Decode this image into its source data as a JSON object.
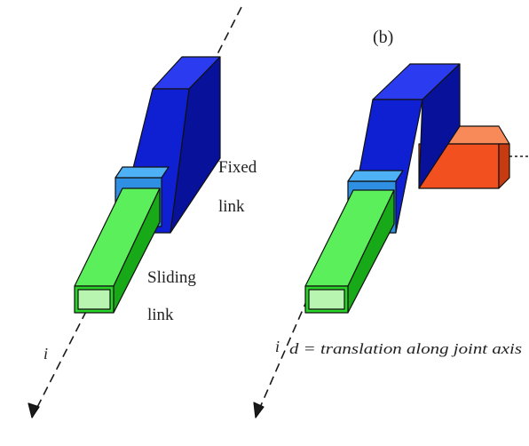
{
  "labels": {
    "panel_b": "(b)",
    "fixed_line1": "Fixed",
    "fixed_line2": "link",
    "sliding_line1": "Sliding",
    "sliding_line2": "link",
    "axis_a": "i",
    "axis_b": "i",
    "joint_var": "d = translation along joint axis"
  },
  "colors": {
    "fixed_front": "#0f1fd2",
    "fixed_top": "#2b3cf0",
    "fixed_side": "#07119a",
    "collar_front": "#2f8fe3",
    "collar_top": "#4fb1f5",
    "collar_side": "#1e6fc0",
    "slide_front": "#28d428",
    "slide_top": "#5bf05b",
    "slide_side": "#18a918",
    "slide_end": "#b8f5b0",
    "red_front": "#f2501e",
    "red_top": "#f88a5a",
    "red_side": "#c83a10",
    "edge": "#101010",
    "axis": "#1a1a1a"
  }
}
